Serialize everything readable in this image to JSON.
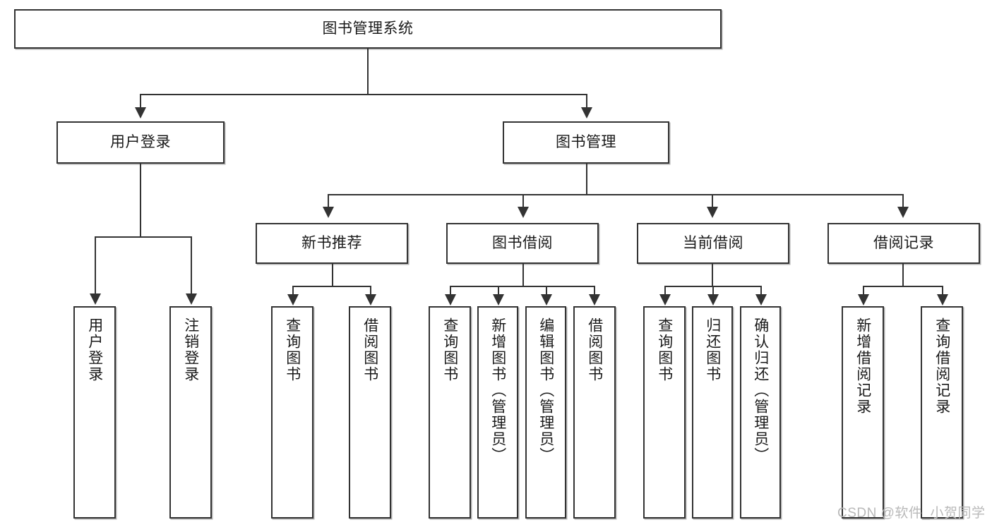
{
  "diagram": {
    "title": "图书管理系统",
    "type": "tree-hierarchy",
    "root": {
      "label": "图书管理系统"
    },
    "level2": [
      {
        "label": "用户登录"
      },
      {
        "label": "图书管理"
      }
    ],
    "level3": [
      {
        "label": "新书推荐"
      },
      {
        "label": "图书借阅"
      },
      {
        "label": "当前借阅"
      },
      {
        "label": "借阅记录"
      }
    ],
    "leaves": {
      "user_login": [
        {
          "label": "用户登录"
        },
        {
          "label": "注销登录"
        }
      ],
      "new_book_recommend": [
        {
          "label": "查询图书"
        },
        {
          "label": "借阅图书"
        }
      ],
      "book_borrow": [
        {
          "label": "查询图书"
        },
        {
          "label": "新增图书（管理员）"
        },
        {
          "label": "编辑图书（管理员）"
        },
        {
          "label": "借阅图书"
        }
      ],
      "current_borrow": [
        {
          "label": "查询图书"
        },
        {
          "label": "归还图书"
        },
        {
          "label": "确认归还（管理员）"
        }
      ],
      "borrow_records": [
        {
          "label": "新增借阅记录"
        },
        {
          "label": "查询借阅记录"
        }
      ]
    }
  },
  "watermark": {
    "text": "CSDN @软件_小贺同学"
  },
  "colors": {
    "stroke": "#333333",
    "fill": "#ffffff",
    "text": "#1a1a1a",
    "watermark": "#b9b9b9"
  }
}
